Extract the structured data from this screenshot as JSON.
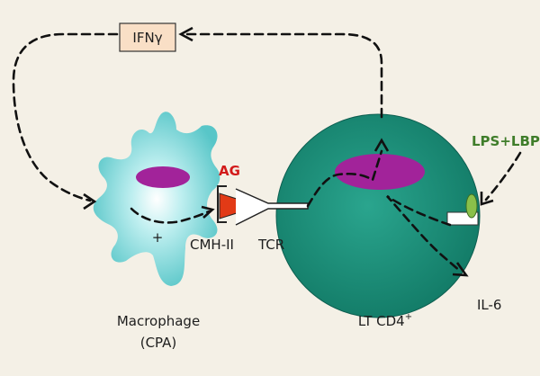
{
  "labels": {
    "cytokine_box": "IFNγ",
    "antigen": "AG",
    "lps": "LPS+LBP",
    "mhc": "CMH-II",
    "tcr": "TCR",
    "il6": "IL-6",
    "macrophage_line1": "Macrophage",
    "macrophage_line2": "(CPA)",
    "lt_cd4": "LT CD4",
    "lt_cd4_sup": "+",
    "plus_sign": "+"
  },
  "colors": {
    "background": "#f4f0e6",
    "macrophage": "#6fd0d0",
    "nucleus": "#a2239a",
    "lt_cell": "#1a8c78",
    "antigen": "#e23a16",
    "antigen_label": "#d21a1a",
    "lps_label": "#3f7d2a",
    "receptor_green": "#8ac04a",
    "cytokine_box": "#f9dfc6"
  }
}
